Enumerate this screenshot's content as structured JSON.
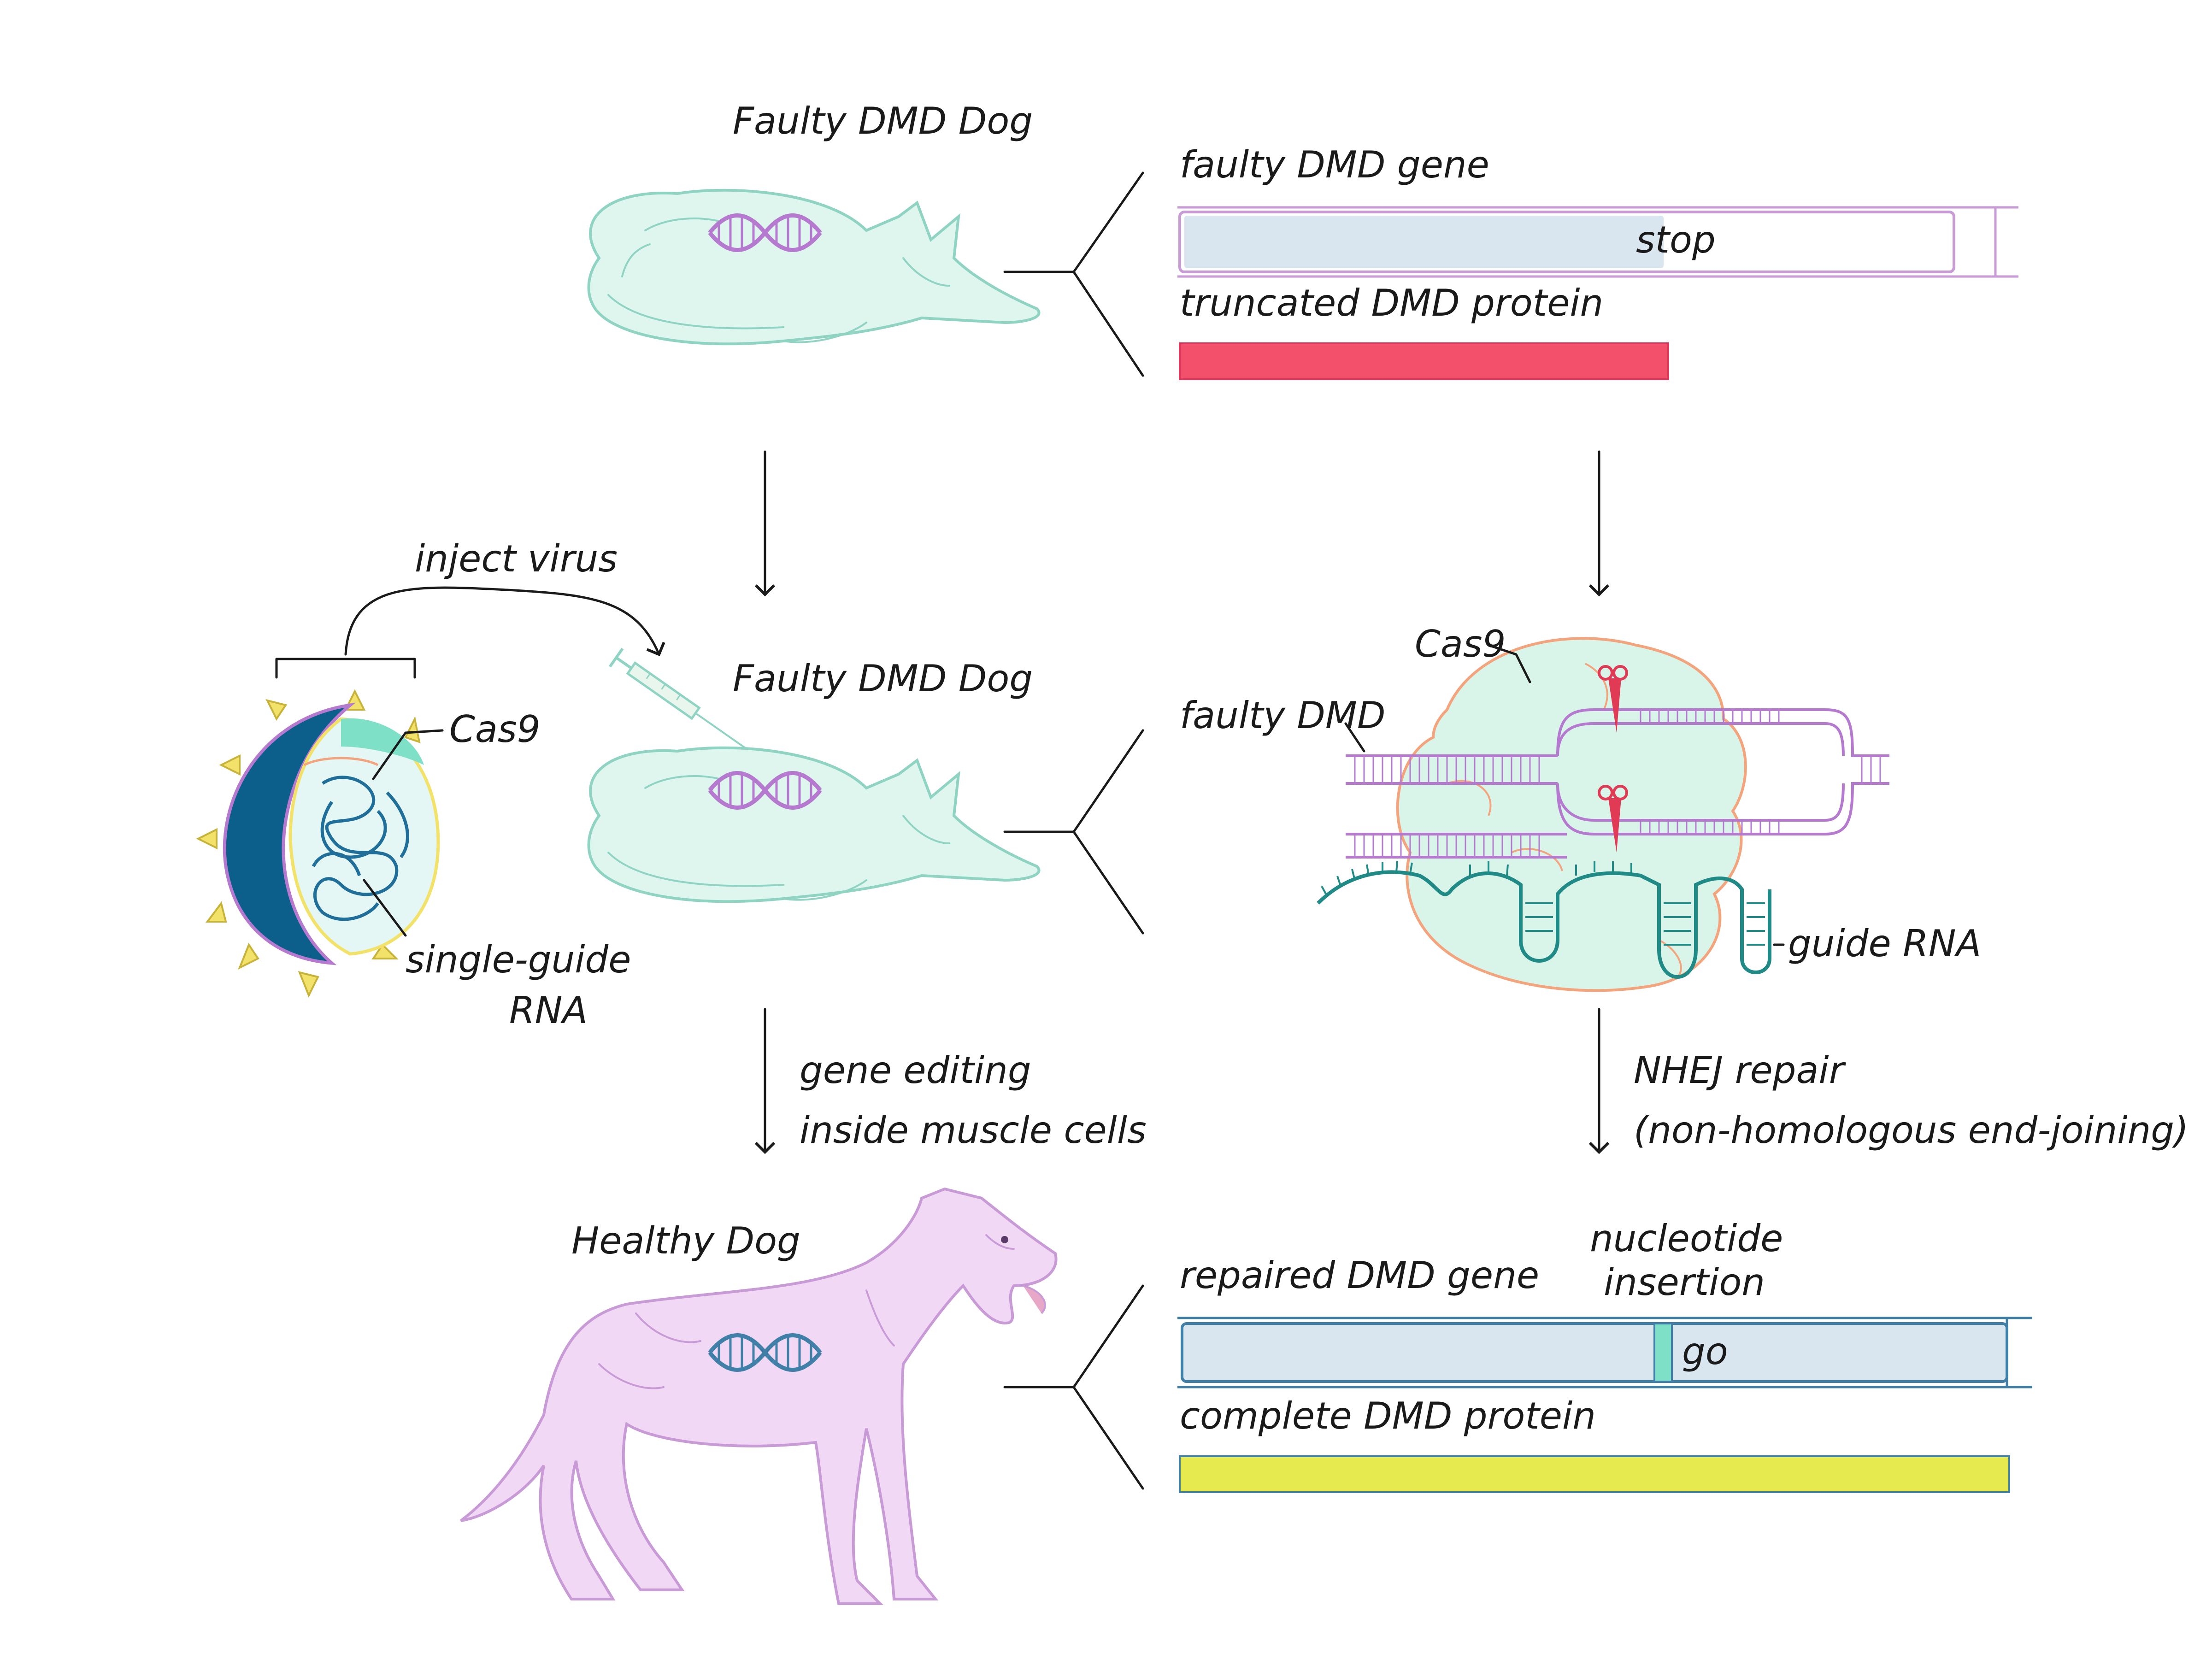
{
  "labels": {
    "faulty_dog_top": "Faulty DMD Dog",
    "faulty_dmd_gene": "faulty DMD gene",
    "stop": "stop",
    "truncated_protein": "truncated DMD protein",
    "inject_virus": "inject virus",
    "faulty_dog_mid": "Faulty DMD Dog",
    "cas9_virus": "Cas9",
    "single_guide_line1": "single-guide",
    "single_guide_line2": "RNA",
    "cas9_complex": "Cas9",
    "faulty_dmd": "faulty DMD",
    "guide_rna": "guide RNA",
    "gene_editing_line1": "gene editing",
    "gene_editing_line2": "inside muscle cells",
    "nhej_line1": "NHEJ repair",
    "nhej_line2": "(non-homologous end-joining)",
    "healthy_dog": "Healthy Dog",
    "repaired_gene": "repaired DMD gene",
    "insertion_line1": "nucleotide",
    "insertion_line2": "insertion",
    "go": "go",
    "complete_protein": "complete DMD protein"
  },
  "colors": {
    "dog_faulty": "#dff6ef",
    "dog_healthy": "#f1d9f6",
    "gene_fill": "#d9e6ef",
    "gene_border_faulty": "#c89ad6",
    "gene_border_repaired": "#3f7fa8",
    "truncated_protein": "#f2506b",
    "complete_protein": "#e6ea4f",
    "insertion": "#7fe0c8",
    "cas9": "#d9f5ea",
    "cas9_outline": "#f4a47c",
    "scissors": "#e03a55",
    "guide_rna": "#1f8a86",
    "virus_outer": "#0c5f8a",
    "virus_spike": "#f2e26a"
  },
  "icons": [
    "dna-icon",
    "syringe-icon",
    "scissors-icon",
    "virus-icon",
    "dog-icon"
  ]
}
